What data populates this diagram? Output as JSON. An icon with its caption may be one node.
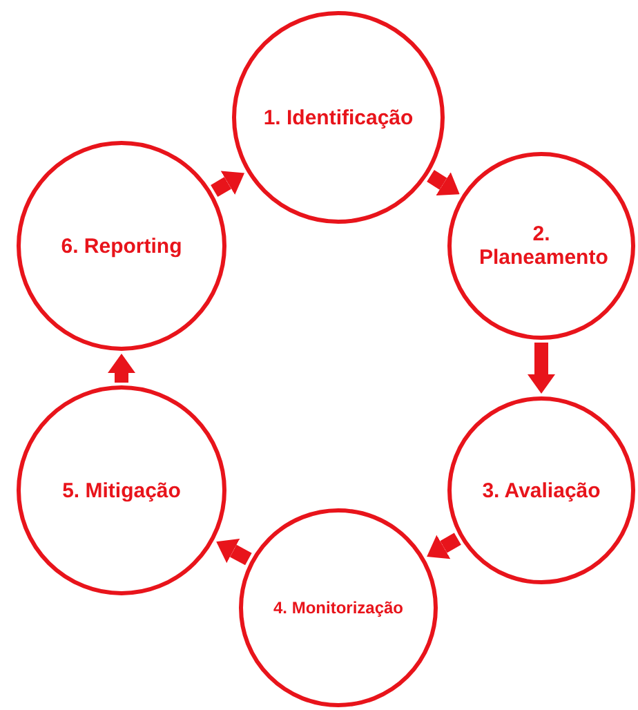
{
  "diagram": {
    "nodes": [
      {
        "text": [
          "1. Identificação"
        ]
      },
      {
        "text": [
          "2. Planeamento"
        ]
      },
      {
        "text": [
          "3. Avaliação"
        ]
      },
      {
        "text": [
          "4. Monitorização"
        ]
      },
      {
        "text": [
          "5. Mitigação"
        ]
      },
      {
        "text": [
          "6. Reporting"
        ]
      }
    ],
    "edges": [
      {
        "from": 0,
        "to": 1,
        "arrow": "to"
      },
      {
        "from": 1,
        "to": 2,
        "arrow": "to"
      },
      {
        "from": 2,
        "to": 3,
        "arrow": "to"
      },
      {
        "from": 3,
        "to": 4,
        "arrow": "to"
      },
      {
        "from": 4,
        "to": 5,
        "arrow": "to"
      },
      {
        "from": 5,
        "to": 0,
        "arrow": "to"
      }
    ]
  }
}
